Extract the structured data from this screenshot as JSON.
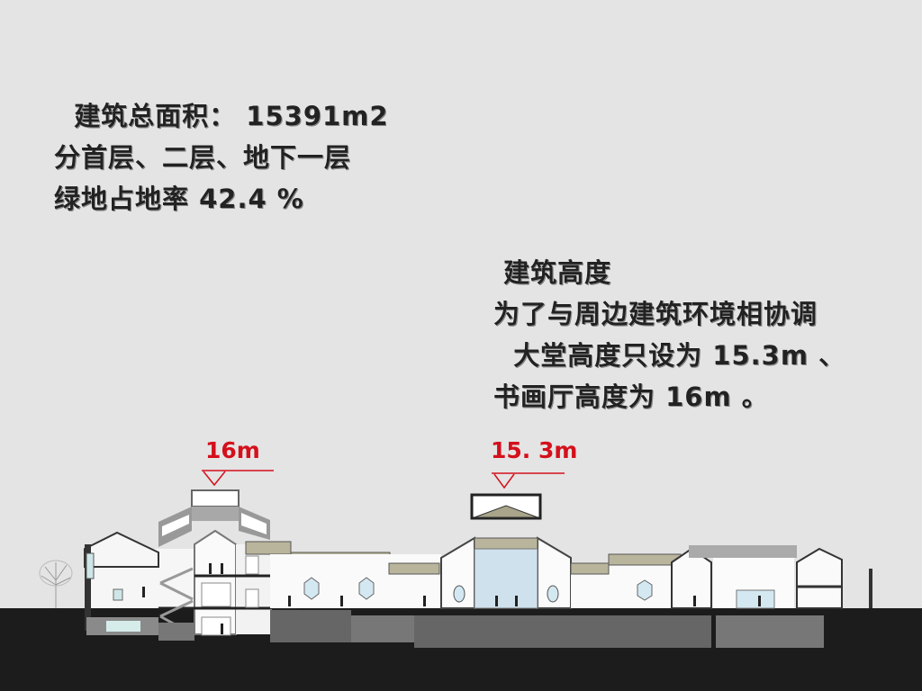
{
  "slide": {
    "area_block": {
      "line1": "  建筑总面积： 15391m2",
      "line2": "分首层、二层、地下一层",
      "line3": "绿地占地率 42.4 %"
    },
    "height_block": {
      "line1": " 建筑高度",
      "line2": "为了与周边建筑环境相协调",
      "line3": "  大堂高度只设为 15.3m 、",
      "line4": "书画厅高度为 16m 。"
    },
    "section_drawing": {
      "dimension_left": "16m",
      "dimension_center": "15. 3m",
      "accent_color": "#d4101c",
      "ground_color": "#1c1c1c"
    }
  }
}
